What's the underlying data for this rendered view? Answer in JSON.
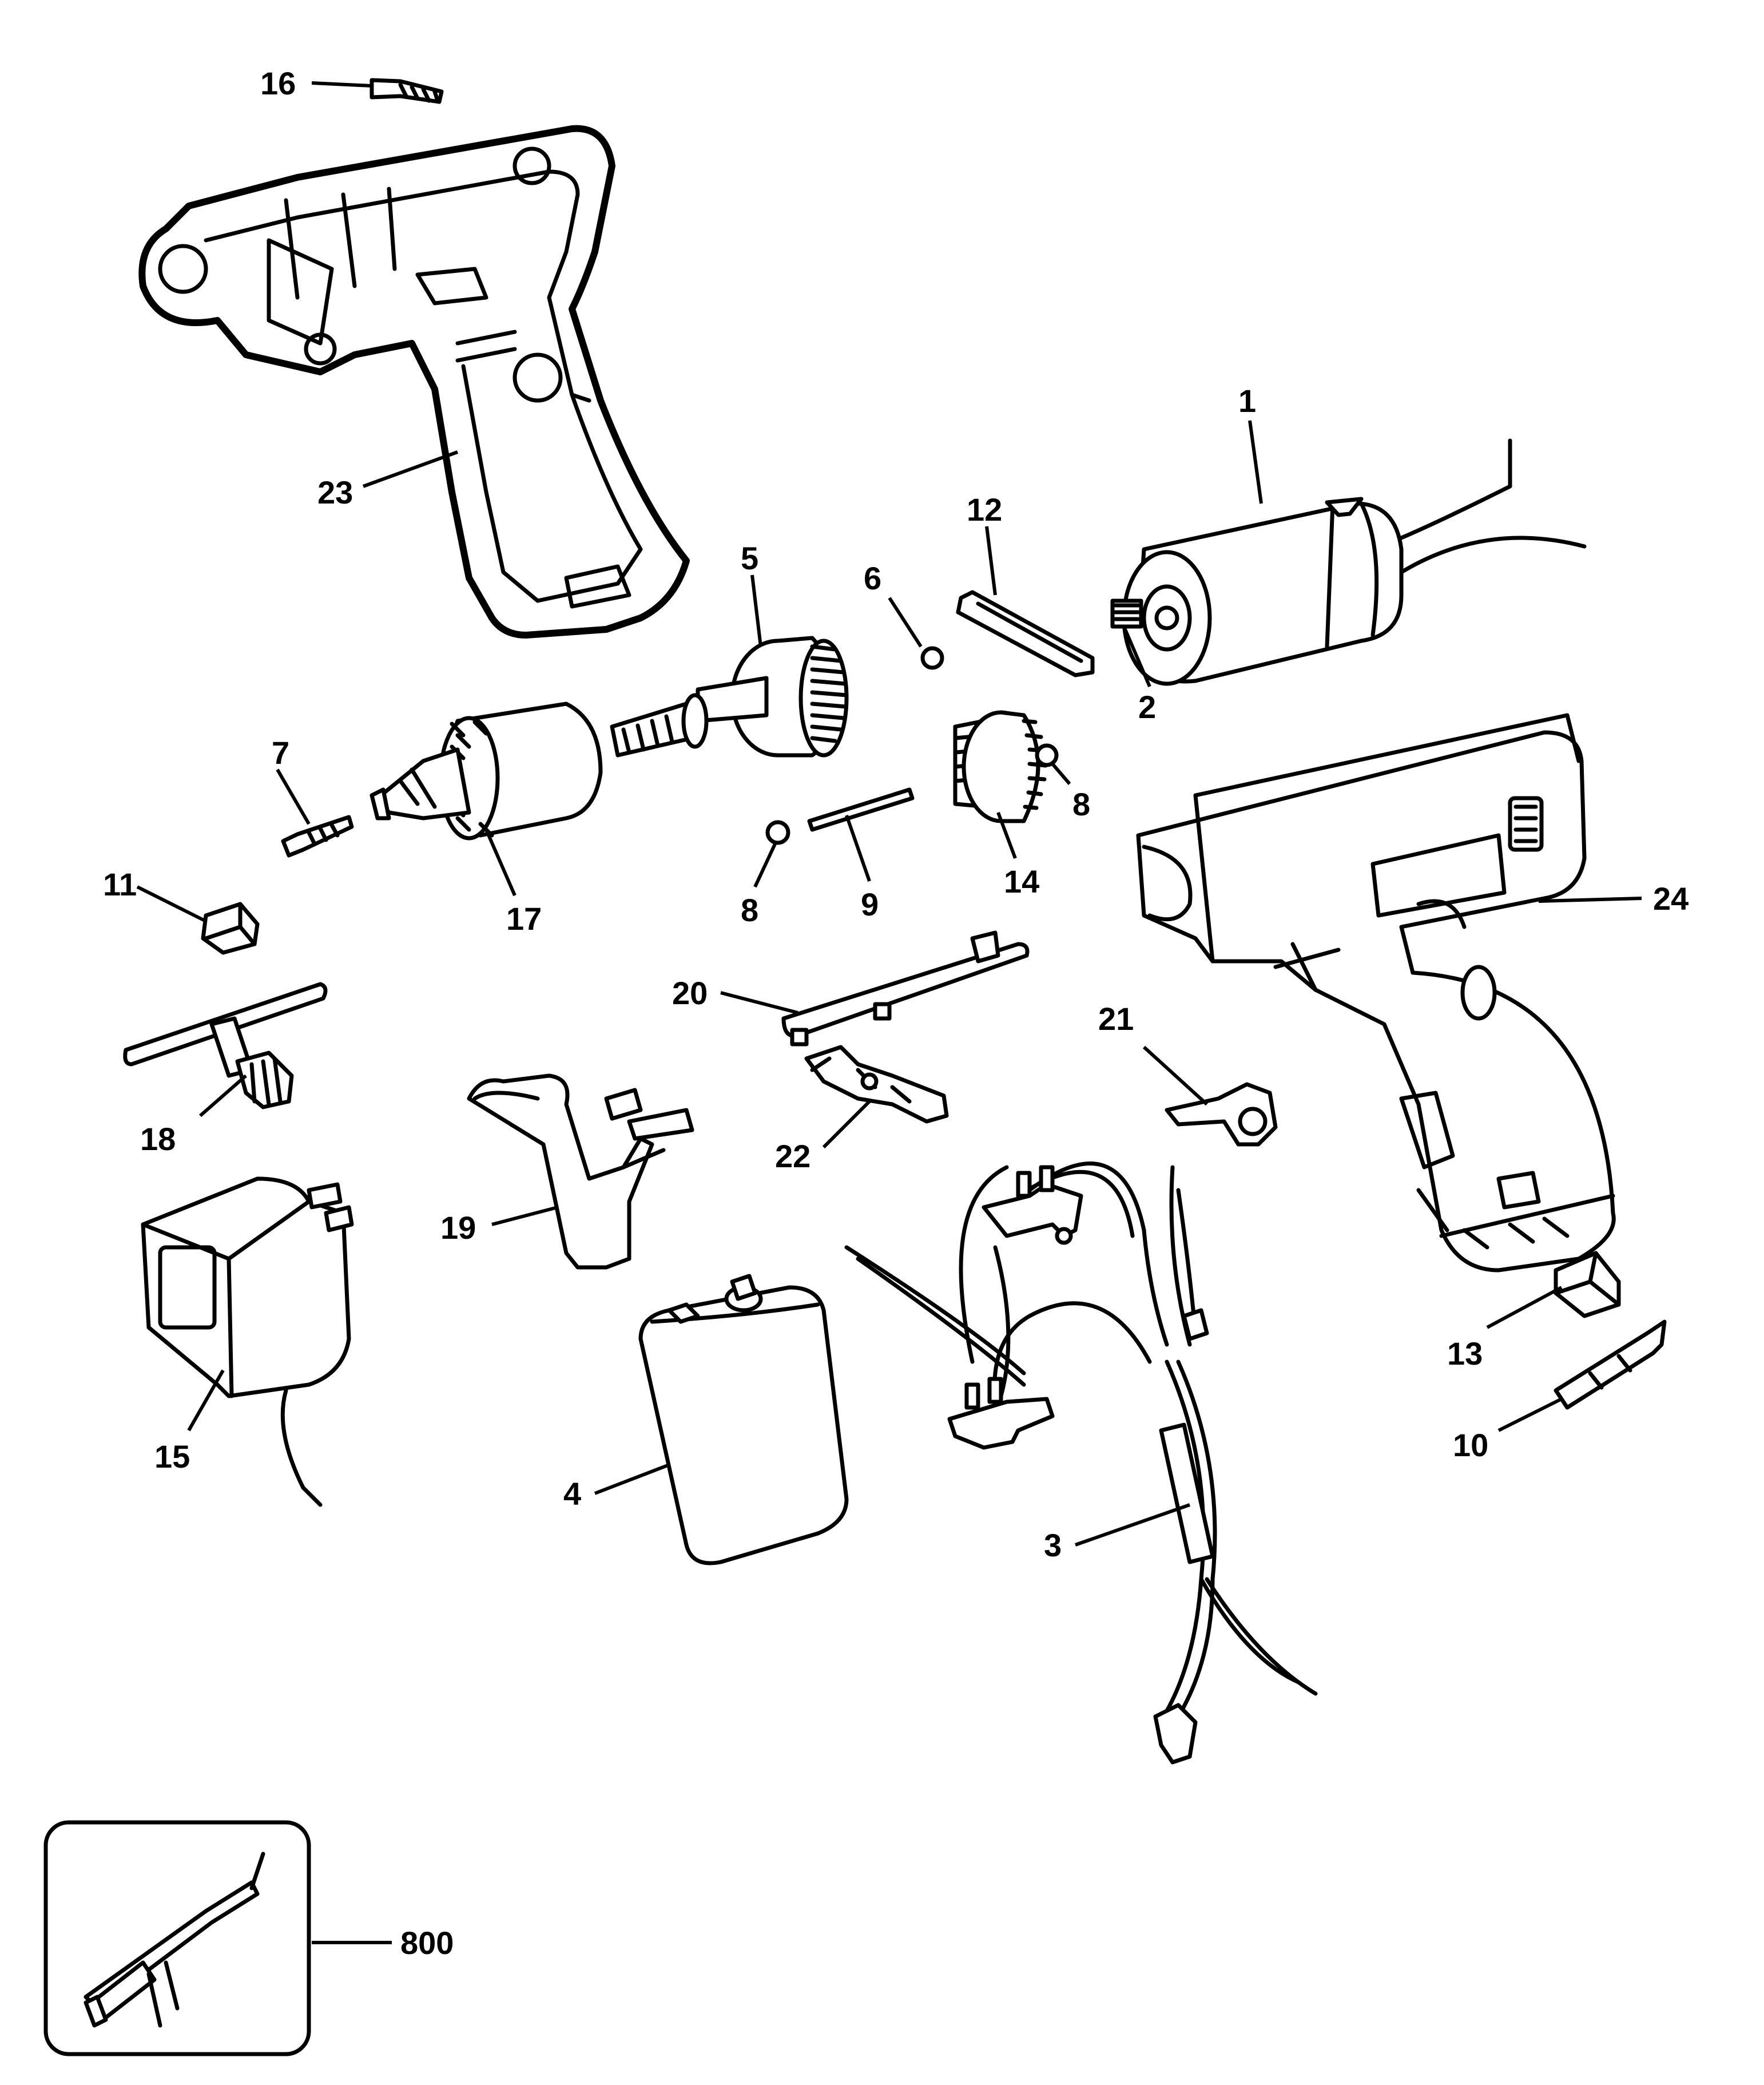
{
  "parts": [
    {
      "id": "part-1",
      "label": "1"
    },
    {
      "id": "part-2",
      "label": "2"
    },
    {
      "id": "part-3",
      "label": "3"
    },
    {
      "id": "part-4",
      "label": "4"
    },
    {
      "id": "part-5",
      "label": "5"
    },
    {
      "id": "part-6",
      "label": "6"
    },
    {
      "id": "part-7",
      "label": "7"
    },
    {
      "id": "part-8a",
      "label": "8"
    },
    {
      "id": "part-8b",
      "label": "8"
    },
    {
      "id": "part-9",
      "label": "9"
    },
    {
      "id": "part-10",
      "label": "10"
    },
    {
      "id": "part-11",
      "label": "11"
    },
    {
      "id": "part-12",
      "label": "12"
    },
    {
      "id": "part-13",
      "label": "13"
    },
    {
      "id": "part-14",
      "label": "14"
    },
    {
      "id": "part-15",
      "label": "15"
    },
    {
      "id": "part-16",
      "label": "16"
    },
    {
      "id": "part-17",
      "label": "17"
    },
    {
      "id": "part-18",
      "label": "18"
    },
    {
      "id": "part-19",
      "label": "19"
    },
    {
      "id": "part-20",
      "label": "20"
    },
    {
      "id": "part-21",
      "label": "21"
    },
    {
      "id": "part-22",
      "label": "22"
    },
    {
      "id": "part-23",
      "label": "23"
    },
    {
      "id": "part-24",
      "label": "24"
    },
    {
      "id": "part-800",
      "label": "800"
    }
  ]
}
